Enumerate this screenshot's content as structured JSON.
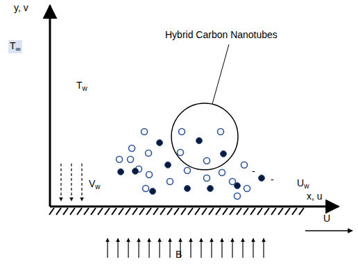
{
  "diagram": {
    "labels": [
      "y, v",
      "T∞",
      "Tw",
      "Hybrid Carbon Nanotubes",
      "Vw",
      "-",
      "-",
      "Uw",
      "x, u",
      "U",
      "B"
    ]
  }
}
